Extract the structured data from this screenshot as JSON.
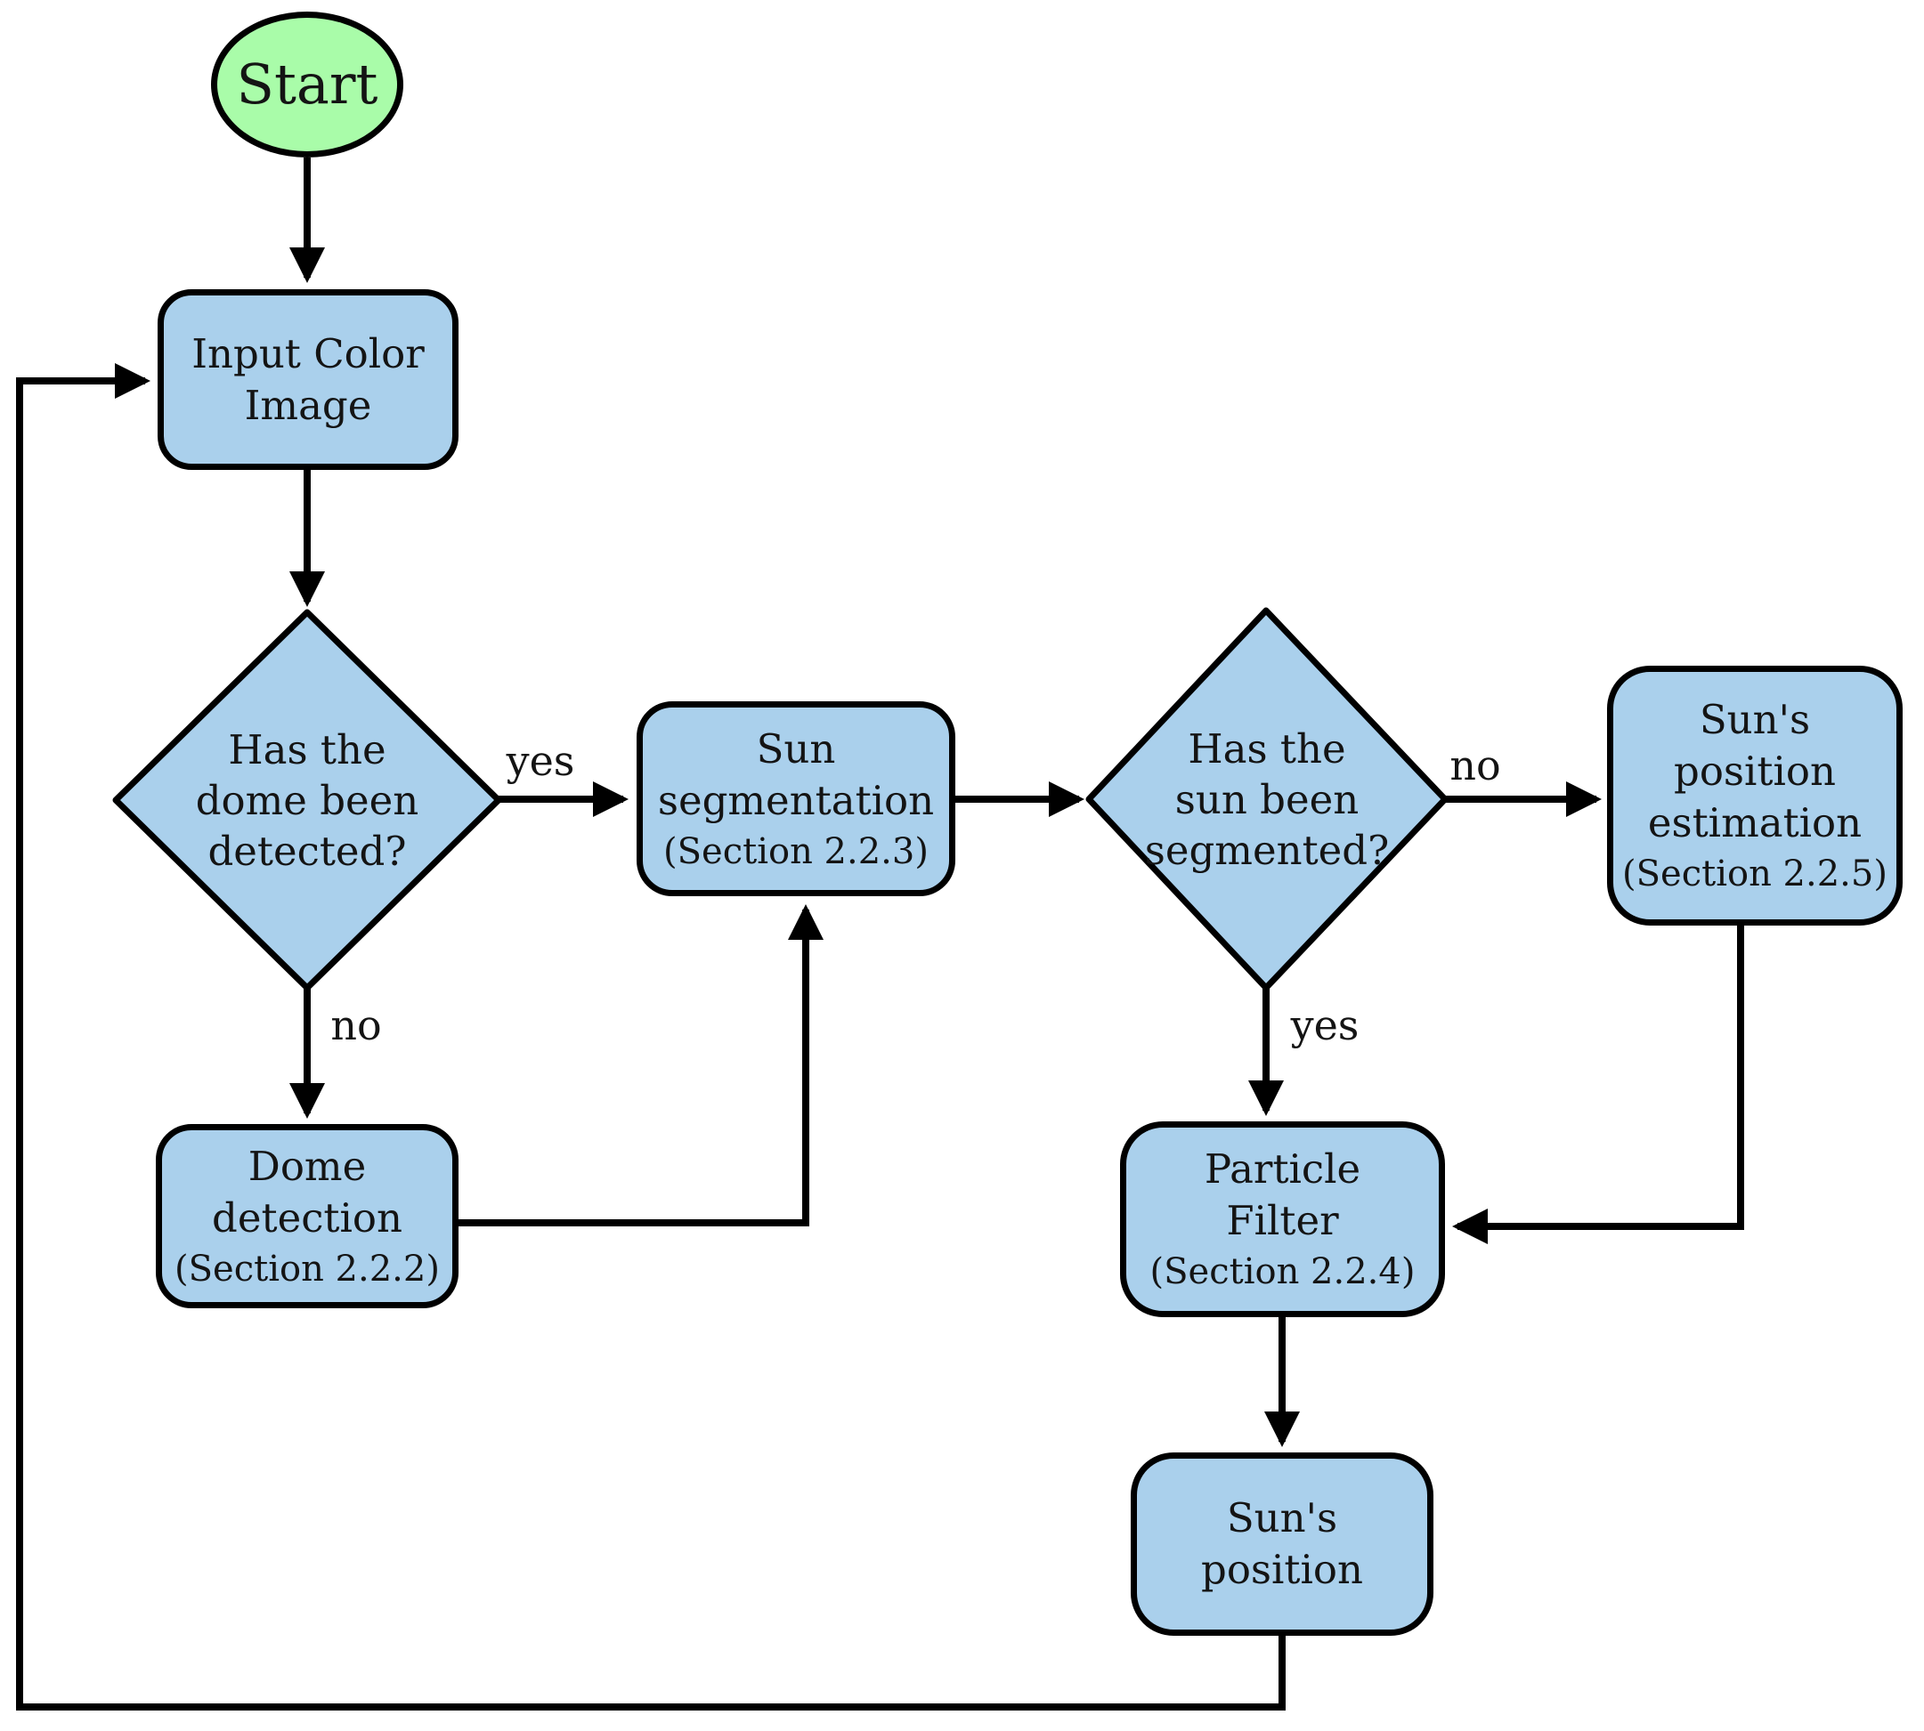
{
  "diagram": {
    "background": "#ffffff",
    "line_color": "#000000",
    "text_color": "#141414",
    "node_fill": "#aad0ec",
    "start_fill": "#a9fca9",
    "nodes": {
      "start": {
        "label": "Start"
      },
      "input_image": {
        "lines": [
          "Input Color",
          "Image"
        ]
      },
      "dome_detected_q": {
        "lines": [
          "Has the",
          "dome been",
          "detected?"
        ]
      },
      "sun_segmentation": {
        "lines": [
          "Sun",
          "segmentation"
        ],
        "section": "(Section 2.2.3)"
      },
      "sun_segmented_q": {
        "lines": [
          "Has the",
          "sun been",
          "segmented?"
        ]
      },
      "sun_position_estimation": {
        "lines": [
          "Sun's",
          "position",
          "estimation"
        ],
        "section": "(Section 2.2.5)"
      },
      "dome_detection": {
        "lines": [
          "Dome",
          "detection"
        ],
        "section": "(Section 2.2.2)"
      },
      "particle_filter": {
        "lines": [
          "Particle",
          "Filter"
        ],
        "section": "(Section 2.2.4)"
      },
      "sun_position": {
        "lines": [
          "Sun's",
          "position"
        ]
      }
    },
    "edge_labels": {
      "dome_yes": "yes",
      "dome_no": "no",
      "sun_no": "no",
      "sun_yes": "yes"
    }
  }
}
